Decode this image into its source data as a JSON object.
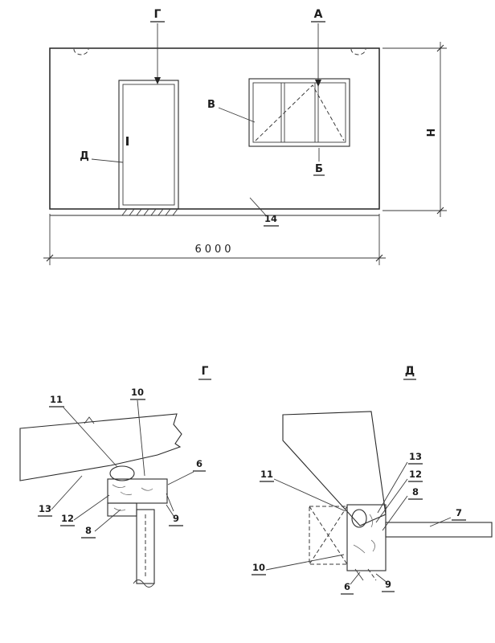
{
  "drawing_type": "panel elevation with section details",
  "elevation": {
    "mark_g": "Г",
    "mark_a": "А",
    "label_v": "В",
    "label_d": "Д",
    "label_b": "Б",
    "callout_14": "14",
    "dim_width": "6000",
    "dim_height": "Н"
  },
  "detail_g": {
    "title": "Г",
    "c11": "11",
    "c10": "10",
    "c6": "6",
    "c13": "13",
    "c12": "12",
    "c8": "8",
    "c9": "9"
  },
  "detail_d": {
    "title": "Д",
    "c13": "13",
    "c12": "12",
    "c11": "11",
    "c8": "8",
    "c7": "7",
    "c10": "10",
    "c6": "6",
    "c9": "9"
  }
}
